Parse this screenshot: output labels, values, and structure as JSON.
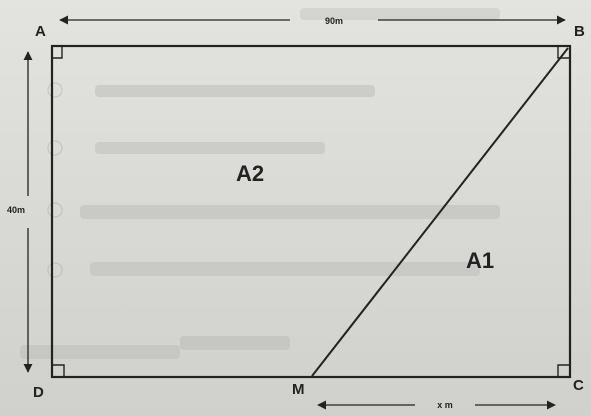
{
  "diagram": {
    "vertices": {
      "a": "A",
      "b": "B",
      "c": "C",
      "d": "D",
      "m": "M"
    },
    "dimensions": {
      "top_length": "90m",
      "left_height": "40m",
      "bottom_segment": "x m"
    },
    "regions": {
      "triangle": "A1",
      "trapezoid": "A2"
    },
    "colors": {
      "ink": "#222222",
      "paper": "#dcdcd8"
    }
  }
}
